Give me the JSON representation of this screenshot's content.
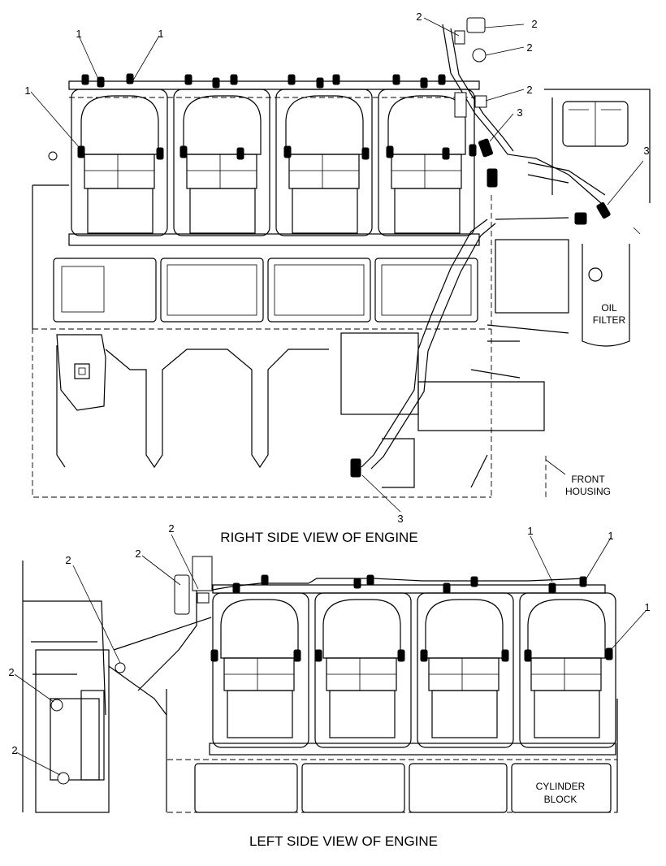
{
  "captions": {
    "right_view": "RIGHT SIDE VIEW OF ENGINE",
    "left_view": "LEFT SIDE VIEW OF ENGINE"
  },
  "labels": {
    "oil_filter_line1": "OIL",
    "oil_filter_line2": "FILTER",
    "front_housing_line1": "FRONT",
    "front_housing_line2": "HOUSING",
    "cylinder_block_line1": "CYLINDER",
    "cylinder_block_line2": "BLOCK"
  },
  "callouts": {
    "one": "1",
    "two": "2",
    "three": "3"
  },
  "callout_list": {
    "right_view": [
      "1",
      "1",
      "1",
      "2",
      "2",
      "2",
      "2",
      "3",
      "3",
      "3"
    ],
    "left_view": [
      "2",
      "2",
      "2",
      "2",
      "2",
      "1",
      "1",
      "1"
    ]
  }
}
